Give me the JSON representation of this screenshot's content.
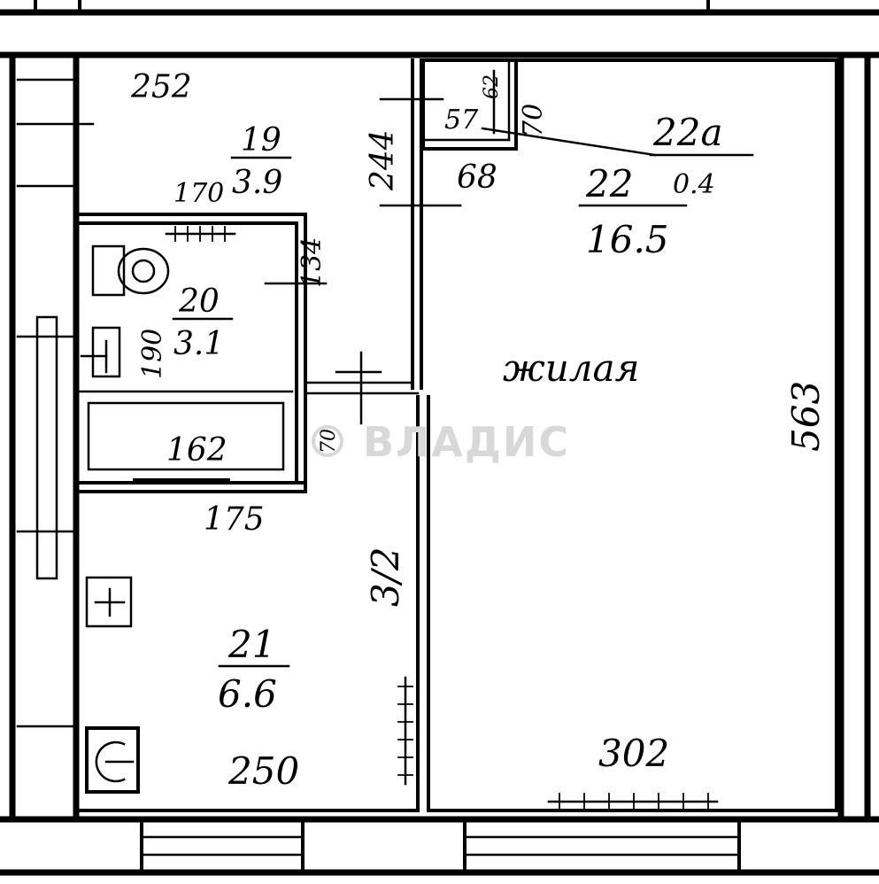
{
  "watermark": "ВЛАДИС",
  "rooms": {
    "r19": {
      "number": "19",
      "area": "3.9"
    },
    "r20": {
      "number": "20",
      "area": "3.1"
    },
    "r21": {
      "number": "21",
      "area": "6.6"
    },
    "r22": {
      "number": "22",
      "area": "16.5",
      "type": "жилая"
    },
    "r22a": {
      "number": "22a",
      "area": "0.4"
    }
  },
  "dimensions": {
    "d252": "252",
    "d170": "170",
    "d134": "134",
    "d190": "190",
    "d162": "162",
    "d175": "175",
    "d70_small": "70",
    "d312": "3/2",
    "d250": "250",
    "d244": "244",
    "d57": "57",
    "d68": "68",
    "d70_top": "70",
    "d62": "62",
    "d302": "302",
    "d563": "563"
  }
}
